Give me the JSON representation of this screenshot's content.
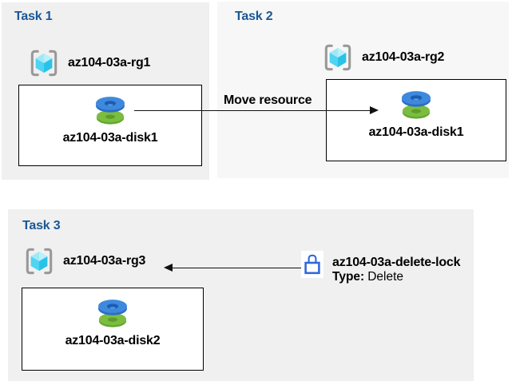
{
  "tasks": [
    {
      "title": "Task 1",
      "resource_group": "az104-03a-rg1",
      "resources": [
        "az104-03a-disk1"
      ]
    },
    {
      "title": "Task 2",
      "resource_group": "az104-03a-rg2",
      "resources": [
        "az104-03a-disk1"
      ]
    },
    {
      "title": "Task 3",
      "resource_group": "az104-03a-rg3",
      "resources": [
        "az104-03a-disk2"
      ]
    }
  ],
  "move_arrow": {
    "label": "Move resource"
  },
  "lock": {
    "name": "az104-03a-delete-lock",
    "type_label": "Type:",
    "type_value": "Delete"
  },
  "icons": {
    "resource_group": "resource-group-icon",
    "disk": "disk-icon",
    "lock": "lock-icon"
  },
  "colors": {
    "task_title": "#1a5796",
    "panel_a_bg": "#f0f0f0",
    "panel_b_bg": "#f7f7f7",
    "box_border": "#000000",
    "arrow_color": "#111111",
    "lock_blue": "#2e68d9",
    "disk_blue": "#3e89dd",
    "disk_green": "#7cbd40",
    "cube_top": "#9ee9f8",
    "cube_left": "#4fd4f1",
    "cube_right": "#29c3e8",
    "bracket_gray": "#999999"
  }
}
